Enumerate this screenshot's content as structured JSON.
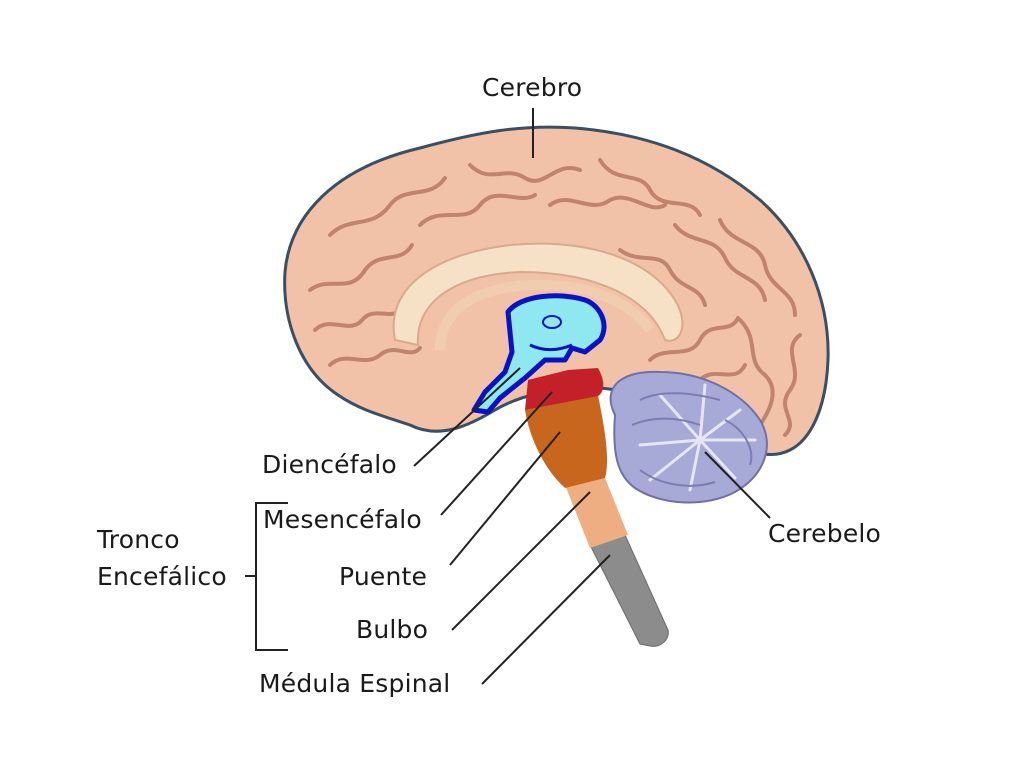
{
  "labels": {
    "cerebro": "Cerebro",
    "diencefalo": "Diencéfalo",
    "mesencefalo": "Mesencéfalo",
    "puente": "Puente",
    "bulbo": "Bulbo",
    "medula": "Médula Espinal",
    "cerebelo": "Cerebelo",
    "tronco_line1": "Tronco",
    "tronco_line2": "Encefálico"
  },
  "colors": {
    "cerebrum": "#f2c2a8",
    "cerebrum_gyri": "#b87a63",
    "cerebrum_outline": "#3a4f63",
    "diencephalon": "#8fe7ef",
    "diencephalon_outline": "#0a12c4",
    "midbrain": "#c3202a",
    "pons": "#c8661d",
    "medulla": "#efae82",
    "spinal_cord": "#8c8c8c",
    "cerebellum": "#a7a9d6",
    "leader_line": "#222222"
  }
}
